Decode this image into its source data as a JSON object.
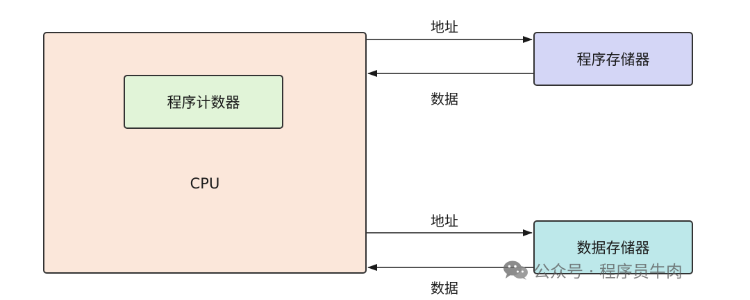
{
  "diagram": {
    "cpu": {
      "label": "CPU"
    },
    "program_counter": {
      "label": "程序计数器"
    },
    "program_memory": {
      "label": "程序存储器"
    },
    "data_memory": {
      "label": "数据存储器"
    },
    "edges": {
      "cpu_to_program_memory": "地址",
      "program_memory_to_cpu": "数据",
      "cpu_to_data_memory": "地址",
      "data_memory_to_cpu": "数据"
    }
  },
  "watermark": {
    "icon": "wechat-icon",
    "text": "公众号 · 程序员牛肉"
  },
  "colors": {
    "cpu_fill": "#fbe7da",
    "program_counter_fill": "#e1f4d8",
    "program_memory_fill": "#d4d6f6",
    "data_memory_fill": "#bde8ea",
    "stroke": "#333333"
  }
}
